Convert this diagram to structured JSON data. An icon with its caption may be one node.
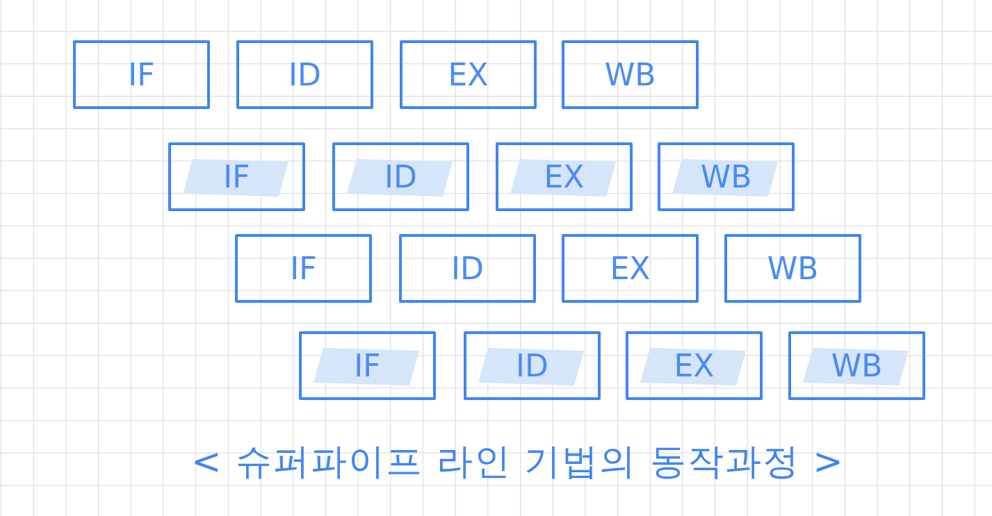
{
  "diagram": {
    "caption": "< 슈퍼파이프 라인 기법의 동작과정 >",
    "nodes": [
      {
        "text": [
          "IF"
        ]
      },
      {
        "text": [
          "ID"
        ]
      },
      {
        "text": [
          "EX"
        ]
      },
      {
        "text": [
          "WB"
        ]
      },
      {
        "text": [
          "IF"
        ]
      },
      {
        "text": [
          "ID"
        ]
      },
      {
        "text": [
          "EX"
        ]
      },
      {
        "text": [
          "WB"
        ]
      },
      {
        "text": [
          "IF"
        ]
      },
      {
        "text": [
          "ID"
        ]
      },
      {
        "text": [
          "EX"
        ]
      },
      {
        "text": [
          "WB"
        ]
      },
      {
        "text": [
          "IF"
        ]
      },
      {
        "text": [
          "ID"
        ]
      },
      {
        "text": [
          "EX"
        ]
      },
      {
        "text": [
          "WB"
        ]
      }
    ]
  }
}
